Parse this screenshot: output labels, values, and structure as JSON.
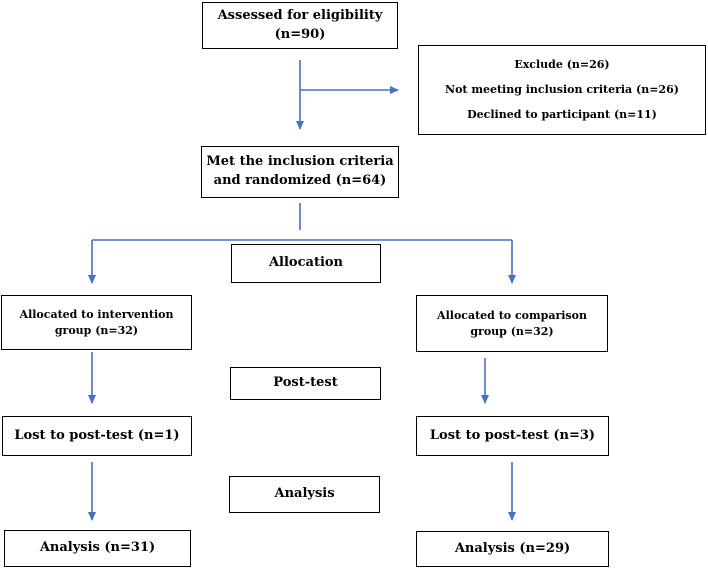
{
  "boxes": {
    "assessed": [
      "Assessed for eligibility",
      "(n=90)"
    ],
    "exclude": [
      "Exclude (n=26)",
      "Not meeting inclusion criteria (n=26)",
      "Declined to participant (n=11)"
    ],
    "met": [
      "Met the inclusion criteria",
      "and randomized (n=64)"
    ],
    "allocation": "Allocation",
    "alloc_intervention": [
      "Allocated to intervention",
      "group (n=32)"
    ],
    "alloc_comparison": [
      "Allocated to comparison",
      "group (n=32)"
    ],
    "posttest": "Post-test",
    "lost_left": "Lost to post-test (n=1)",
    "lost_right": "Lost to post-test (n=3)",
    "analysis": "Analysis",
    "analysis_left": "Analysis (n=31)",
    "analysis_right": "Analysis (n=29)"
  },
  "colors": {
    "arrow": "#4a70c0",
    "border": "#000000"
  }
}
